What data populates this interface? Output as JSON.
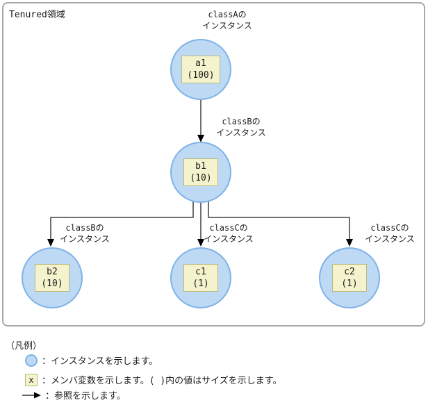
{
  "diagram": {
    "region_label": "Tenured領域",
    "nodes": [
      {
        "id": "a1",
        "label": "a1",
        "size": "(100)",
        "class_line1": "classAの",
        "class_line2": "インスタンス"
      },
      {
        "id": "b1",
        "label": "b1",
        "size": "(10)",
        "class_line1": "classBの",
        "class_line2": "インスタンス"
      },
      {
        "id": "b2",
        "label": "b2",
        "size": "(10)",
        "class_line1": "classBの",
        "class_line2": "インスタンス"
      },
      {
        "id": "c1",
        "label": "c1",
        "size": "(1)",
        "class_line1": "classCの",
        "class_line2": "インスタンス"
      },
      {
        "id": "c2",
        "label": "c2",
        "size": "(1)",
        "class_line1": "classCの",
        "class_line2": "インスタンス"
      }
    ],
    "edges": [
      {
        "from": "a1",
        "to": "b1"
      },
      {
        "from": "b1",
        "to": "b2"
      },
      {
        "from": "b1",
        "to": "c1"
      },
      {
        "from": "b1",
        "to": "c2"
      }
    ]
  },
  "legend": {
    "title": "（凡例）",
    "items": [
      {
        "icon": "instance-circle",
        "text": "：インスタンスを示します。"
      },
      {
        "icon": "member-variable-box",
        "icon_label": "x",
        "text": "：メンバ変数を示します。( )内の値はサイズを示します。"
      },
      {
        "icon": "reference-arrow",
        "text": "：参照を示します。"
      }
    ]
  },
  "colors": {
    "instance_fill": "#bdd9f3",
    "instance_border": "#7fb2e8",
    "member_fill": "#f5f3cd",
    "member_border": "#b9ba7c",
    "edge": "#3f3f3f",
    "frame_border": "#a8a8a8"
  }
}
